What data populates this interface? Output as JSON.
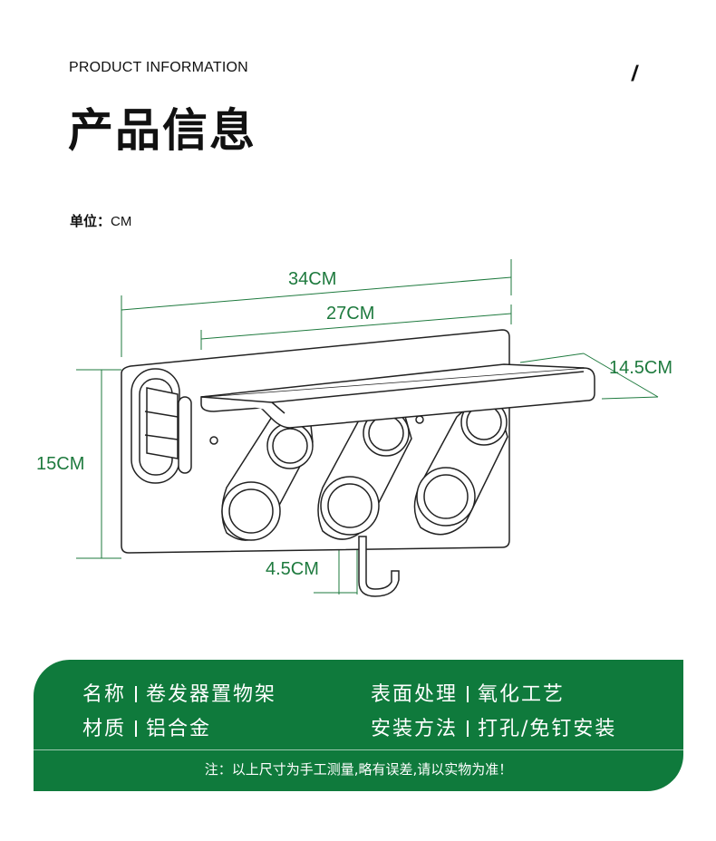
{
  "header": {
    "en_title": "PRODUCT INFORMATION",
    "slash": "/",
    "cn_title": "产品信息"
  },
  "unit": {
    "label": "单位：",
    "value": "CM"
  },
  "dimensions": {
    "total_width": "34CM",
    "shelf_width": "27CM",
    "depth": "14.5CM",
    "height": "15CM",
    "hook": "4.5CM"
  },
  "specs": {
    "name_label": "名称",
    "name_value": "卷发器置物架",
    "surface_label": "表面处理",
    "surface_value": "氧化工艺",
    "material_label": "材质",
    "material_value": "铝合金",
    "install_label": "安装方法",
    "install_value": "打孔/免钉安装"
  },
  "note": "注：以上尺寸为手工测量,略有误差,请以实物为准！",
  "colors": {
    "accent_green": "#0f7a3c",
    "dimension_text": "#1e7a3e"
  }
}
